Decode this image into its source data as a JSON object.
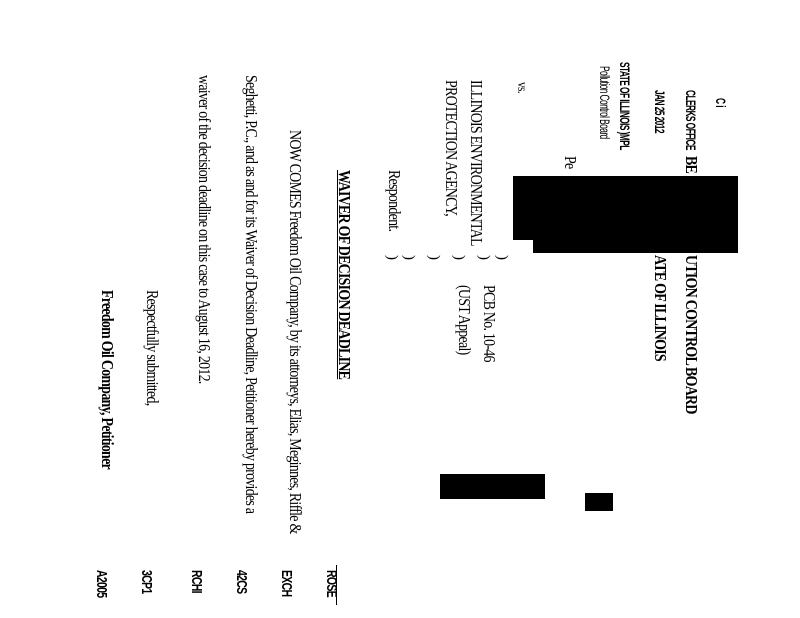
{
  "stamp": {
    "mark": "C i",
    "office": "CLERKS OFFICE",
    "date": "JAN 25 2012",
    "state": "STATE OF ILLINOIS",
    "state_suffix": ")MPL",
    "board": "Pollution Control Board"
  },
  "header": {
    "title_start": "BE",
    "title_end": "UTION CONTROL BOARD",
    "state_end": "ATE OF ILLINOIS"
  },
  "caption": {
    "petitioner_fragment": "Pe",
    "vs": "vs.",
    "respondent_line1": "ILLINOIS ENVIRONMENTAL",
    "respondent_line2": "PROTECTION AGENCY,",
    "respondent_label": "Respondent.",
    "case_number": "PCB No. 10-46",
    "case_type": "(UST Appeal)",
    "paren": ")"
  },
  "body": {
    "heading": "WAIVER OF DECISION DEADLINE",
    "lines": [
      "NOW COMES Freedom Oil Company, by its attorneys, Elias, Meginnes, Riffle &",
      "Seghetti, P.C., and as and for its Waiver of Decision Deadline, Petitioner hereby provides a",
      "waiver of the decision deadline on this case to August 16, 2012."
    ],
    "closing": "Respectfully submitted,",
    "signature": "Freedom Oil Company, Petitioner"
  },
  "margin_marks": [
    "ROSE",
    "EXCH",
    "42CS",
    "RCHI",
    "3CP1",
    "A2005"
  ]
}
